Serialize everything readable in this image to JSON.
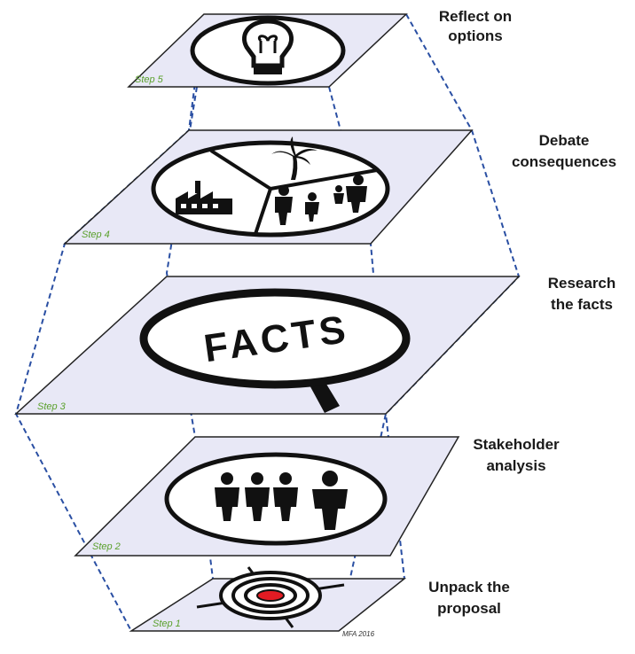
{
  "colors": {
    "plane_fill": "#e8e8f6",
    "plane_stroke": "#222222",
    "connector": "#2a4fa3",
    "step_label": "#5aa02c",
    "target_center": "#e31b23"
  },
  "steps": [
    {
      "step_label": "Step 1",
      "title_line1": "Unpack the",
      "title_line2": "proposal",
      "icon": "target-icon"
    },
    {
      "step_label": "Step 2",
      "title_line1": "Stakeholder",
      "title_line2": "analysis",
      "icon": "stakeholders-icon"
    },
    {
      "step_label": "Step 3",
      "title_line1": "Research",
      "title_line2": "the facts",
      "icon": "magnifier-facts-icon",
      "icon_text": "FACTS"
    },
    {
      "step_label": "Step 4",
      "title_line1": "Debate",
      "title_line2": "consequences",
      "icon": "consequences-pie-icon"
    },
    {
      "step_label": "Step 5",
      "title_line1": "Reflect on",
      "title_line2": "options",
      "icon": "lightbulb-icon"
    }
  ],
  "credit": "MFA 2016"
}
